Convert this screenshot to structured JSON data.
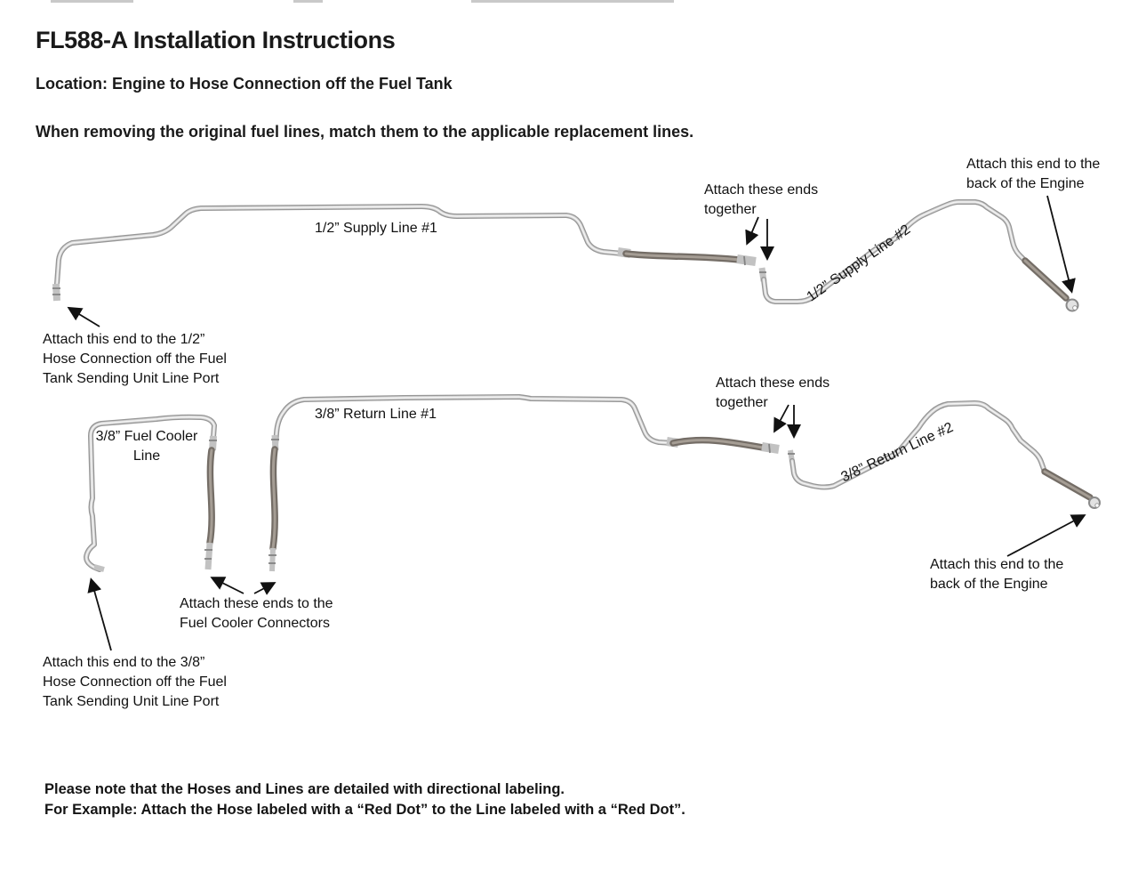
{
  "header": {
    "title": "FL588-A Installation Instructions",
    "location": "Location: Engine to Hose Connection off the Fuel Tank",
    "instruction": "When removing the original fuel lines, match them to the applicable replacement lines."
  },
  "diagram": {
    "labels": {
      "supply_line_1": "1/2” Supply Line #1",
      "supply_line_2": "1/2” Supply Line #2",
      "return_line_1": "3/8” Return Line #1",
      "return_line_2": "3/8” Return Line #2",
      "fuel_cooler": {
        "l1": "3/8” Fuel Cooler",
        "l2": "Line"
      },
      "attach_together": {
        "l1": "Attach these ends",
        "l2": "together"
      },
      "attach_engine": {
        "l1": "Attach this end to the",
        "l2": "back of the Engine"
      },
      "attach_tank_half": {
        "l1": "Attach this end to the 1/2”",
        "l2": "Hose Connection off the Fuel",
        "l3": "Tank Sending Unit Line Port"
      },
      "attach_tank_three_eighths": {
        "l1": "Attach this end to the 3/8”",
        "l2": "Hose Connection off the Fuel",
        "l3": "Tank Sending Unit Line Port"
      },
      "attach_cooler": {
        "l1": "Attach these ends to the",
        "l2": "Fuel Cooler Connectors"
      }
    },
    "colors": {
      "steel_tube": "#979797",
      "tube_highlight": "#f3f3f3",
      "braided_hose": "#746d66",
      "arrow": "#111111"
    }
  },
  "footer": {
    "line1": "Please note that the Hoses and Lines are detailed with directional labeling.",
    "line2": "For Example: Attach the Hose labeled with a “Red Dot” to the Line labeled with a “Red Dot”."
  }
}
